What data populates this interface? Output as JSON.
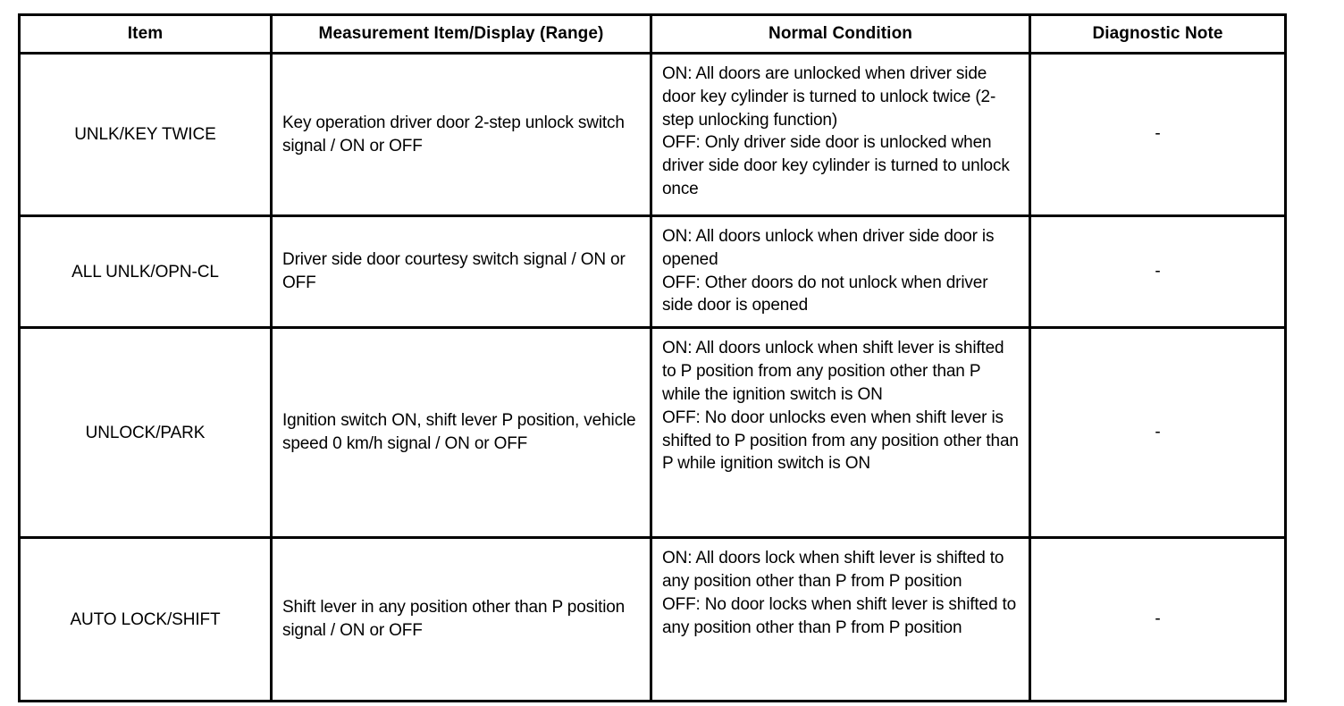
{
  "table": {
    "columns": [
      {
        "key": "item",
        "label": "Item"
      },
      {
        "key": "measurement",
        "label": "Measurement Item/Display (Range)"
      },
      {
        "key": "normal",
        "label": "Normal Condition"
      },
      {
        "key": "note",
        "label": "Diagnostic Note"
      }
    ],
    "rows": [
      {
        "item": "UNLK/KEY TWICE",
        "measurement": "Key operation driver door 2-step unlock switch signal / ON or OFF",
        "normal": "ON: All doors are unlocked when driver side door key cylinder is turned to unlock twice (2-step unlocking function)\nOFF: Only driver side door is unlocked when driver side door key cylinder is turned to unlock once",
        "note": "-"
      },
      {
        "item": "ALL UNLK/OPN-CL",
        "measurement": "Driver side door courtesy switch signal / ON or OFF",
        "normal": "ON: All doors unlock when driver side door is opened\nOFF: Other doors do not unlock when driver side door is opened",
        "note": "-"
      },
      {
        "item": "UNLOCK/PARK",
        "measurement": "Ignition switch ON, shift lever P position, vehicle speed 0 km/h signal / ON or OFF",
        "normal": "ON: All doors unlock when shift lever is shifted to P position from any position other than P while the ignition switch is ON\nOFF: No door unlocks even when shift lever is shifted to P position from any position other than P while ignition switch is ON",
        "note": "-"
      },
      {
        "item": "AUTO LOCK/SHIFT",
        "measurement": "Shift lever in any position other than P position signal / ON or OFF",
        "normal": "ON: All doors lock when shift lever is shifted to any position other than P from P position\nOFF: No door locks when shift lever is shifted to any position other than P from P position",
        "note": "-"
      }
    ]
  },
  "colors": {
    "border": "#000000",
    "text": "#000000",
    "background": "#ffffff"
  }
}
